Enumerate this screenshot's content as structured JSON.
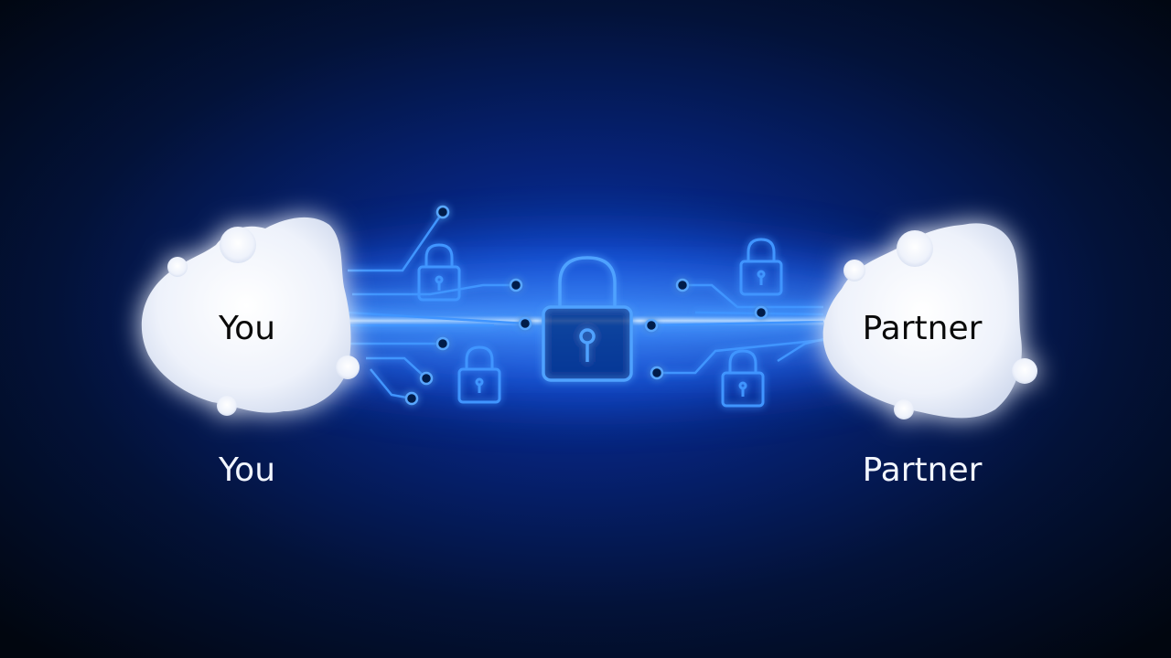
{
  "left_node": {
    "label": "You",
    "caption": "You"
  },
  "right_node": {
    "label": "Partner",
    "caption": "Partner"
  },
  "icons": {
    "central_lock": "padlock-icon",
    "small_locks": [
      "padlock-icon",
      "padlock-icon",
      "padlock-icon",
      "padlock-icon"
    ]
  },
  "colors": {
    "background": "#020b22",
    "glow": "#1f6bff",
    "circuit": "#3a8dff",
    "cloud": "#eef2fb"
  }
}
